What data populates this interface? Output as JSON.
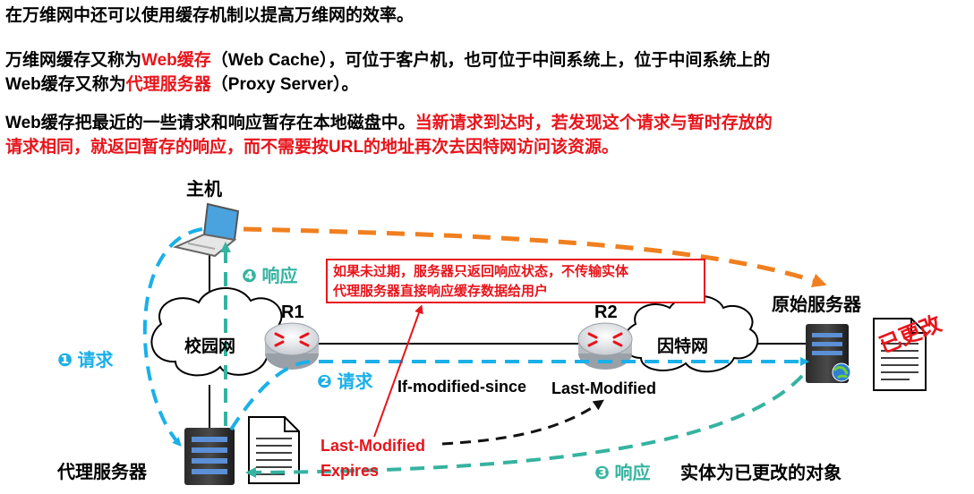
{
  "intro": {
    "line1": "在万维网中还可以使用缓存机制以提高万维网的效率。",
    "p2_a": "万维网缓存又称为",
    "p2_red1": "Web缓存",
    "p2_b": "（Web Cache），可位于客户机，也可位于中间系统上，位于中间系统上的",
    "p2_c": "Web缓存又称为",
    "p2_red2": "代理服务器",
    "p2_d": "（Proxy Server）。",
    "p3_a": "Web缓存把最近的一些请求和响应暂存在本地磁盘中。",
    "p3_red1": "当新请求到达时，若发现这个请求与暂时存放的",
    "p3_red2": "请求相同，就返回暂存的响应，而不需要按URL的地址再次去因特网访问该资源。"
  },
  "diagram": {
    "host_label": "主机",
    "campus_net_label": "校园网",
    "internet_label": "因特网",
    "r1_label": "R1",
    "r2_label": "R2",
    "origin_server_label": "原始服务器",
    "proxy_server_label": "代理服务器",
    "step1_num": "❶",
    "step1_text": "请求",
    "step2_num": "❷",
    "step2_text": "请求",
    "step3_num": "❸",
    "step3_text": "响应",
    "step3_desc": "实体为已更改的对象",
    "step4_num": "❹",
    "step4_text": "响应",
    "header_if_modified": "If-modified-since",
    "header_last_modified": "Last-Modified",
    "cached_last_modified": "Last-Modified",
    "cached_expires": "Expires",
    "note_line1": "如果未过期，服务器只返回响应状态，不传输实体",
    "note_line2": "代理服务器直接响应缓存数据给用户",
    "changed_stamp": "已更改"
  },
  "colors": {
    "accent_red": "#e8141b",
    "request_blue": "#1ab0e8",
    "response_teal": "#35b3a0",
    "direct_orange": "#f07f1f"
  }
}
